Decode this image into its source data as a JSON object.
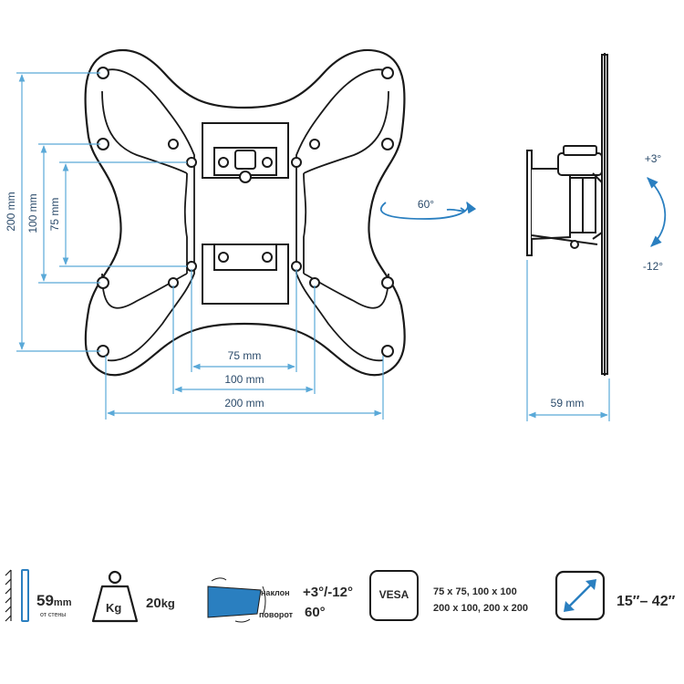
{
  "colors": {
    "dimension": "#5aa9d8",
    "outline": "#1a1a1a",
    "accent": "#2a7fc0",
    "text": "#2a2a2a"
  },
  "front_view": {
    "dims": {
      "height_200": "200 mm",
      "height_100": "100 mm",
      "height_75": "75 mm",
      "width_75": "75 mm",
      "width_100": "100 mm",
      "width_200": "200 mm"
    },
    "swivel_label": "60°"
  },
  "side_view": {
    "depth_label": "59 mm",
    "tilt_up": "+3°",
    "tilt_down": "-12°"
  },
  "specs": {
    "distance": {
      "value": "59",
      "unit": "mm",
      "note": "от стены"
    },
    "weight": {
      "icon_text": "Kg",
      "value": "20",
      "unit": "kg"
    },
    "motion": {
      "tilt_label": "наклон",
      "tilt_value": "+3°/-12°",
      "swivel_label": "поворот",
      "swivel_value": "60°"
    },
    "vesa": {
      "icon_text": "VESA",
      "line1": "75 x 75, 100 x 100",
      "line2": "200 x 100, 200 x 200"
    },
    "screen": {
      "value": "15″– 42″"
    }
  }
}
